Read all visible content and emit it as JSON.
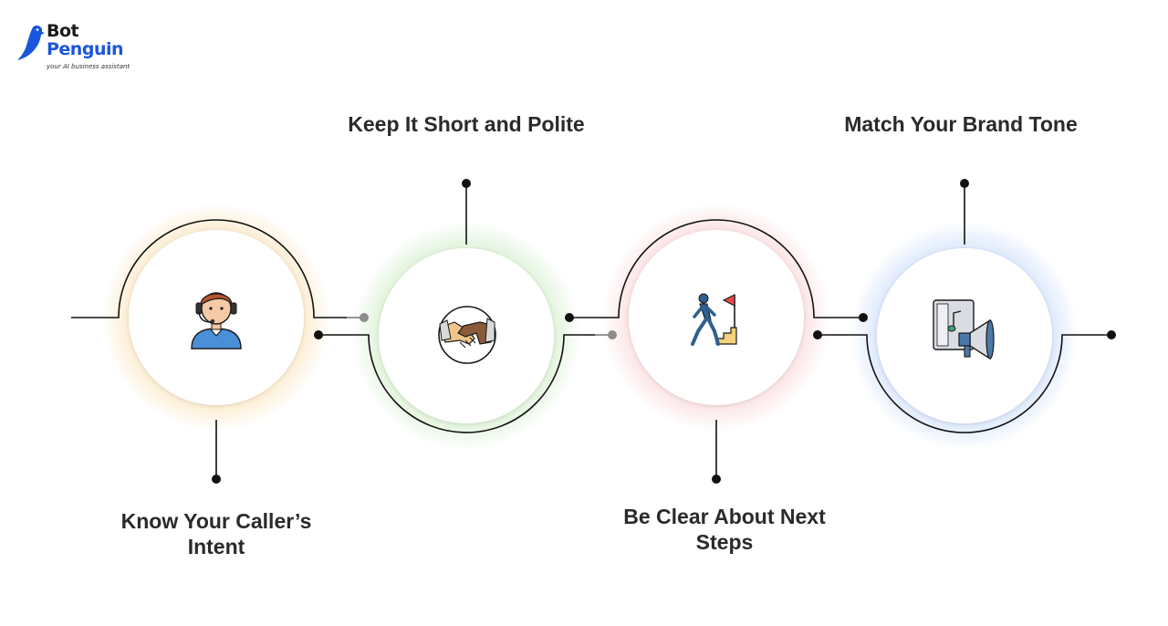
{
  "brand": {
    "name_line1": "Bot",
    "name_line2": "Penguin",
    "tagline": "your AI business assistant",
    "colors": {
      "primary": "#1a56db",
      "dark": "#1b1b1b"
    }
  },
  "steps": [
    {
      "label": "Know Your Caller’s Intent",
      "icon": "customer-support-agent-icon",
      "glow": "#f7c873"
    },
    {
      "label": "Keep It Short and Polite",
      "icon": "handshake-icon",
      "glow": "#9fdc8f"
    },
    {
      "label": "Be Clear About Next Steps",
      "icon": "walking-to-goal-flag-icon",
      "glow": "#f6a9ad"
    },
    {
      "label": "Match Your Brand Tone",
      "icon": "megaphone-music-icon",
      "glow": "#9cc1f7"
    }
  ]
}
